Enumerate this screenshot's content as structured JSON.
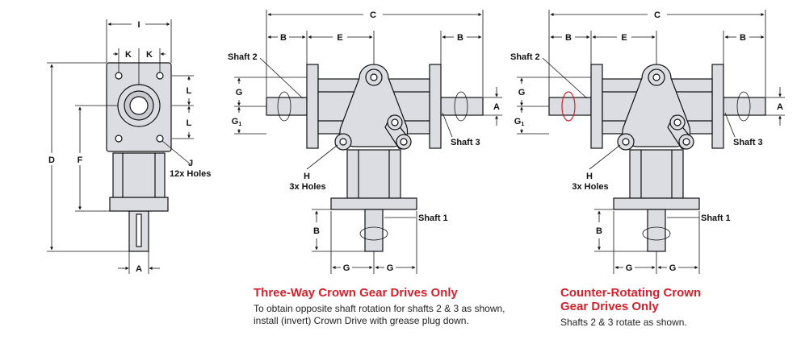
{
  "colors": {
    "accent": "#d4202a",
    "part_fill": "#dcdde3",
    "stroke": "#111111"
  },
  "views": {
    "side": {
      "dim_i": "I",
      "dim_k_left": "K",
      "dim_k_right": "K",
      "dim_l_top": "L",
      "dim_l_bottom": "L",
      "dim_d": "D",
      "dim_f": "F",
      "dim_a": "A",
      "holes_j": "J",
      "holes_j_note": "12x Holes"
    },
    "three_way": {
      "dim_c": "C",
      "dim_b_left": "B",
      "dim_e": "E",
      "dim_b_right": "B",
      "shaft2": "Shaft 2",
      "shaft3": "Shaft 3",
      "shaft1": "Shaft 1",
      "dim_g": "G",
      "dim_g1": "G",
      "dim_g1_sub": "1",
      "dim_a": "A",
      "holes_h": "H",
      "holes_h_note": "3x Holes",
      "dim_b_vert": "B",
      "dim_g_bottom_left": "G",
      "dim_g_bottom_right": "G"
    },
    "counter": {
      "dim_c": "C",
      "dim_b_left": "B",
      "dim_e": "E",
      "dim_b_right": "B",
      "shaft2": "Shaft 2",
      "shaft3": "Shaft 3",
      "shaft1": "Shaft 1",
      "dim_g": "G",
      "dim_g1": "G",
      "dim_g1_sub": "1",
      "dim_a": "A",
      "holes_h": "H",
      "holes_h_note": "3x Holes",
      "dim_b_vert": "B",
      "dim_g_bottom_left": "G",
      "dim_g_bottom_right": "G"
    }
  },
  "captions": {
    "three_way": {
      "title": "Three-Way Crown Gear Drives Only",
      "line1": "To obtain opposite shaft rotation for shafts 2 & 3 as shown,",
      "line2": "install (invert) Crown Drive with grease plug down."
    },
    "counter": {
      "title_line1": "Counter-Rotating Crown",
      "title_line2": "Gear Drives Only",
      "body": "Shafts 2 & 3 rotate as shown."
    }
  }
}
